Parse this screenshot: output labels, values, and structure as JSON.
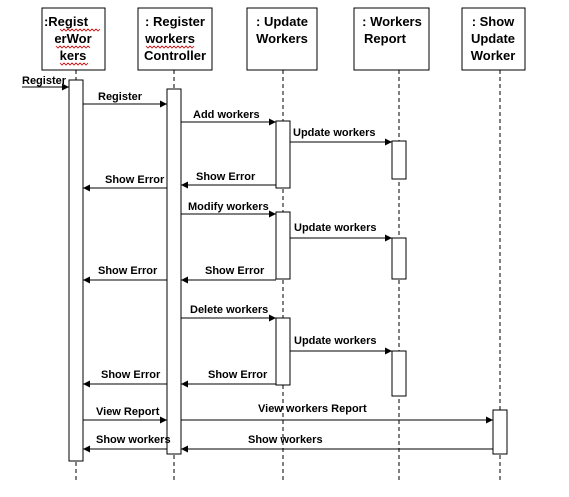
{
  "diagram": {
    "lifelines": [
      {
        "lines": [
          ":Regist",
          "erWor",
          "kers"
        ]
      },
      {
        "lines": [
          ": Register",
          "workers",
          "Controller"
        ]
      },
      {
        "lines": [
          ": Update",
          "Workers"
        ]
      },
      {
        "lines": [
          ": Workers",
          "Report"
        ]
      },
      {
        "lines": [
          ": Show",
          "Update",
          "Worker"
        ]
      }
    ],
    "messages": [
      {
        "label": "Register"
      },
      {
        "label": "Register"
      },
      {
        "label": "Add workers"
      },
      {
        "label": "Update workers"
      },
      {
        "label": "Show Error"
      },
      {
        "label": "Show Error"
      },
      {
        "label": "Modify workers"
      },
      {
        "label": "Update workers"
      },
      {
        "label": "Show Error"
      },
      {
        "label": "Show Error"
      },
      {
        "label": "Delete workers"
      },
      {
        "label": "Update workers"
      },
      {
        "label": "Show Error"
      },
      {
        "label": "Show Error"
      },
      {
        "label": "View Report"
      },
      {
        "label": "View workers Report"
      },
      {
        "label": "Show workers"
      },
      {
        "label": "Show workers"
      }
    ]
  }
}
